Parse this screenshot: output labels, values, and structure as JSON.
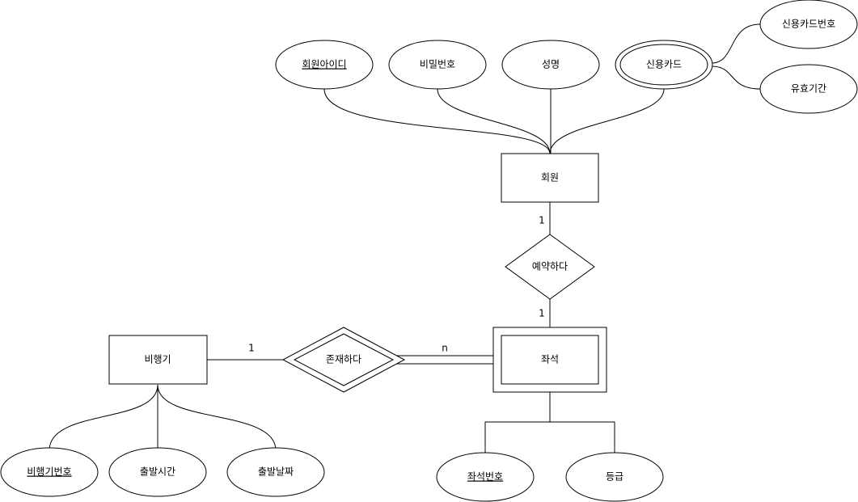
{
  "entities": {
    "member": "회원",
    "airplane": "비행기",
    "seat": "좌석"
  },
  "relationships": {
    "reserve": "예약하다",
    "exist": "존재하다"
  },
  "attributes": {
    "member_id": "회원아이디",
    "password": "비밀번호",
    "name": "성명",
    "credit_card": "신용카드",
    "card_number": "신용카드번호",
    "expiry": "유효기간",
    "flight_number": "비행기번호",
    "departure_time": "출발시간",
    "departure_date": "출발날짜",
    "seat_number": "좌석번호",
    "grade": "등급"
  },
  "cardinalities": {
    "member_reserve": "1",
    "reserve_seat": "1",
    "airplane_exist": "1",
    "exist_seat": "n"
  }
}
